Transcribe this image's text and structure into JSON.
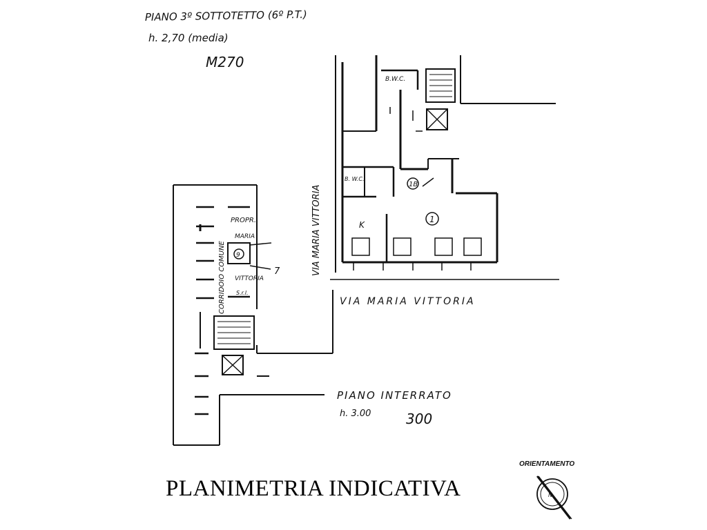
{
  "upper_floor": {
    "name": "PIANO 3º SOTTOTETTO (6º P.T.)",
    "height_note": "h. 2,70 (media)",
    "handwritten_ref": "M270",
    "rooms": {
      "bathroom_top": "B.W.C.",
      "bathroom_left": "B. W.C.",
      "kitchen": "K",
      "room_1": "1",
      "room_1b": "1B"
    }
  },
  "streets": {
    "vertical": "VIA MARIA VITTORIA",
    "horizontal": "VIA MARIA VITTORIA"
  },
  "basement": {
    "name": "PIANO INTERRATO",
    "height_note": "h. 3.00",
    "handwritten_ref": "300",
    "corridor_label": "CORRIDOIO COMUNE",
    "owner_label_1": "PROPR.",
    "owner_label_2": "MARIA",
    "owner_label_3": "VITTORIA",
    "owner_label_4": "S.r.l.",
    "unit_number": "9",
    "pointer_mark": "7"
  },
  "footer": {
    "title": "PLANIMETRIA INDICATIVA",
    "orientation_label": "ORIENTAMENTO",
    "north_mark": "N"
  }
}
